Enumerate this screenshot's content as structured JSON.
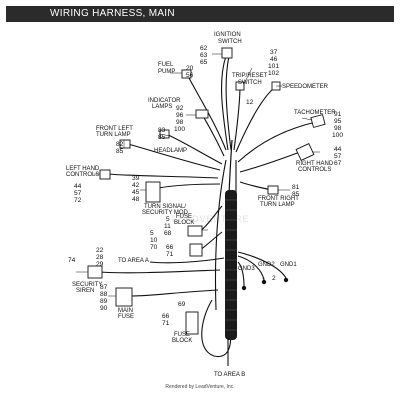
{
  "title": "WIRING HARNESS, MAIN",
  "watermark": "LEADVENTURE",
  "footer": "Rendered by LeadVenture, Inc.",
  "callouts": {
    "ignition_switch": {
      "label": [
        "IGNITION",
        "SWITCH"
      ],
      "nums": [
        "62",
        "63",
        "65"
      ]
    },
    "fuel_pump": {
      "label": [
        "FUEL",
        "PUMP"
      ],
      "nums": [
        "20",
        "56"
      ]
    },
    "trip_reset": {
      "label": [
        "TRIP/RESET",
        "SWITCH"
      ],
      "nums": [
        "37",
        "46",
        "101",
        "102"
      ]
    },
    "speedometer": {
      "label": [
        "SPEEDOMETER"
      ],
      "nums": [
        "12"
      ]
    },
    "indicator_lamps": {
      "label": [
        "INDICATOR",
        "LAMPS"
      ],
      "nums": [
        "92",
        "96",
        "98",
        "100"
      ]
    },
    "tachometer": {
      "label": [
        "TACHOMETER"
      ],
      "nums": [
        "91",
        "95",
        "98",
        "100"
      ]
    },
    "front_left_turn": {
      "label": [
        "FRONT LEFT",
        "TURN LAMP"
      ],
      "nums": [
        "82",
        "85"
      ]
    },
    "headlamp": {
      "label": [
        "HEADLAMP"
      ],
      "nums": [
        "83",
        "85"
      ]
    },
    "right_hand_controls": {
      "label": [
        "RIGHT HAND",
        "CONTROLS"
      ],
      "nums": [
        "44",
        "57",
        "67"
      ]
    },
    "left_hand_controls": {
      "label": [
        "LEFT HAND",
        "CONTROLS"
      ],
      "nums": [
        "44",
        "57",
        "72"
      ]
    },
    "turn_signal_module": {
      "label": [
        "TURN SIGNAL/",
        "SECURITY MOD."
      ],
      "nums": [
        "39",
        "42",
        "45",
        "48"
      ]
    },
    "front_right_turn": {
      "label": [
        "FRONT RIGHT",
        "TURN LAMP"
      ],
      "nums": [
        "81",
        "85"
      ]
    },
    "fuse_block_top": {
      "label": [
        "FUSE",
        "BLOCK"
      ],
      "nums": [
        "5",
        "11",
        "68"
      ]
    },
    "relay_group": {
      "label": [],
      "nums": [
        "5",
        "10",
        "70",
        "66",
        "71"
      ]
    },
    "to_area_a": {
      "label": [
        "TO AREA A"
      ],
      "nums": []
    },
    "security_siren": {
      "label": [
        "SECURITY",
        "SIREN"
      ],
      "nums": [
        "74",
        "22",
        "28",
        "29"
      ]
    },
    "main_fuse": {
      "label": [
        "MAIN",
        "FUSE"
      ],
      "nums": [
        "87",
        "88",
        "89",
        "90"
      ]
    },
    "grounds": {
      "label": [
        "GND3",
        "GND2",
        "GND1"
      ],
      "nums": [
        "1",
        "2"
      ]
    },
    "fuse_block_bottom": {
      "label": [
        "FUSE",
        "BLOCK"
      ],
      "nums": [
        "69",
        "66",
        "71"
      ]
    },
    "to_area_b": {
      "label": [
        "TO AREA B"
      ],
      "nums": []
    }
  }
}
